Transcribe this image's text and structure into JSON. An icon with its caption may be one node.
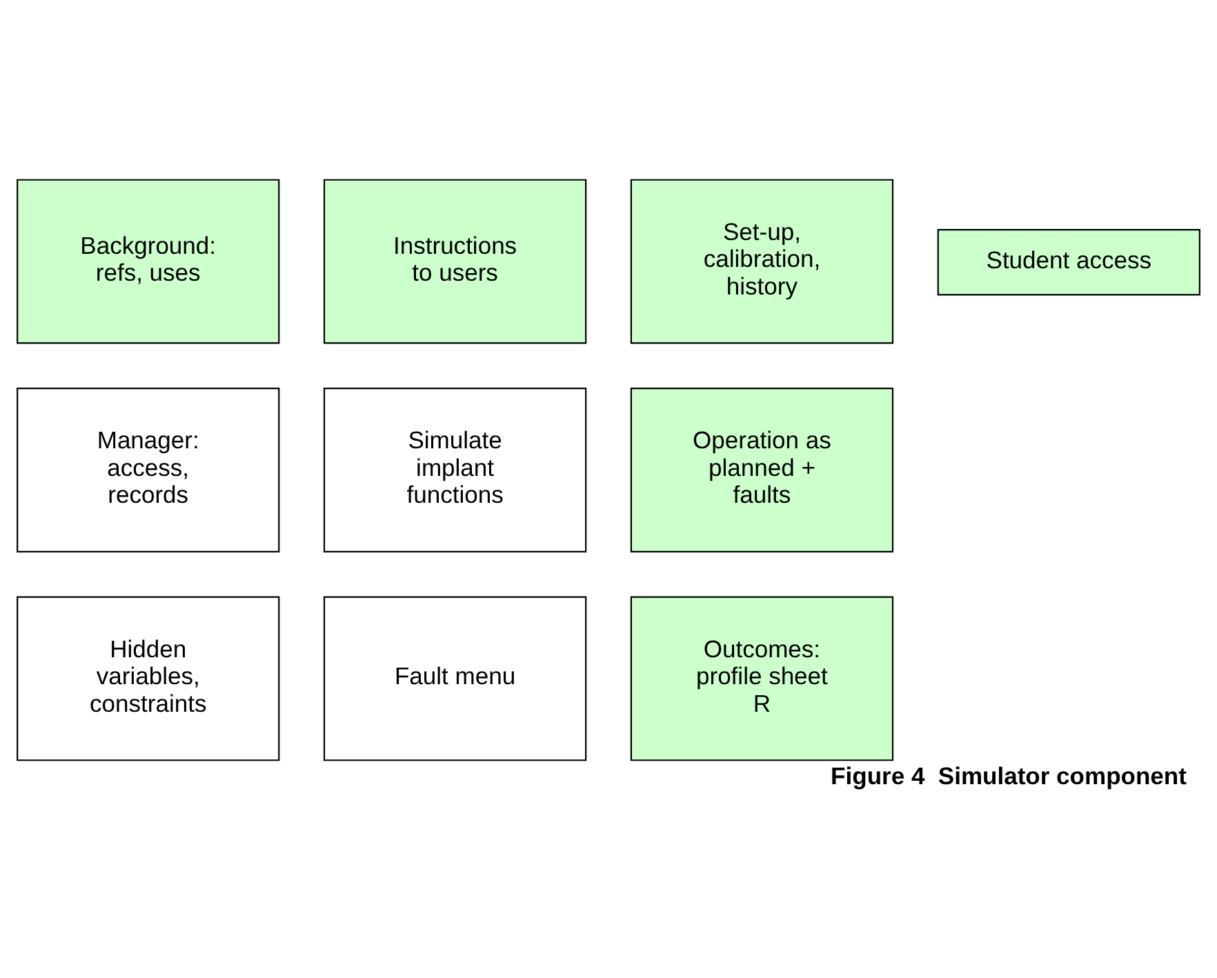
{
  "diagram": {
    "caption": "Figure 4  Simulator component",
    "nodes": [
      {
        "text": [
          "Background: refs, uses"
        ]
      },
      {
        "text": [
          "Manager: access, records"
        ]
      },
      {
        "text": [
          "Hidden variables, constraints"
        ]
      },
      {
        "text": [
          "Instructions to users"
        ]
      },
      {
        "text": [
          "Simulate implant functions"
        ]
      },
      {
        "text": [
          "Fault menu"
        ]
      },
      {
        "text": [
          "Set-up, calibration, history"
        ]
      },
      {
        "text": [
          "Operation as planned + faults"
        ]
      },
      {
        "text": [
          "Outcomes: profile sheet R"
        ]
      },
      {
        "text": [
          "Student access"
        ]
      }
    ]
  }
}
